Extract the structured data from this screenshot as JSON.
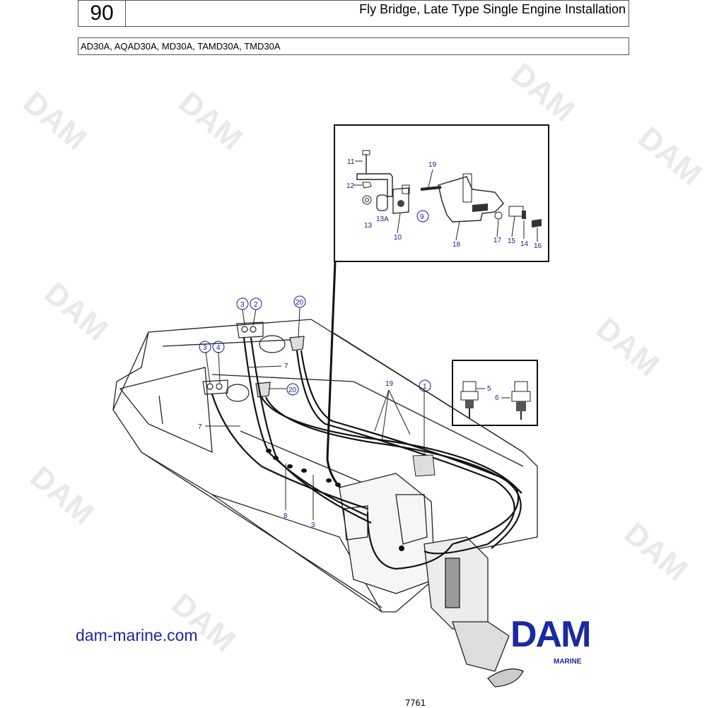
{
  "header": {
    "number": "90",
    "title": "Fly Bridge, Late Type Single Engine Installation",
    "models": "AD30A, AQAD30A, MD30A, TAMD30A, TMD30A"
  },
  "watermark": {
    "text": "DAM"
  },
  "callouts": {
    "c1": "1",
    "c2": "2",
    "c3a": "3",
    "c3b": "3",
    "c3c": "3",
    "c4": "4",
    "c5": "5",
    "c6": "6",
    "c7a": "7",
    "c7b": "7",
    "c8": "8",
    "c9": "9",
    "c10": "10",
    "c11": "11",
    "c12": "12",
    "c13": "13",
    "c13a": "13A",
    "c14": "14",
    "c15": "15",
    "c16": "16",
    "c17": "17",
    "c18": "18",
    "c19a": "19",
    "c19b": "19",
    "c20a": "20",
    "c20b": "20"
  },
  "footer": {
    "website": "dam-marine.com",
    "logo_text": "DAM",
    "logo_subtext": "MARINE",
    "figure_number": "7761"
  },
  "colors": {
    "brand": "#1a2a9e",
    "label": "#1a1a8c",
    "line": "#222222"
  }
}
